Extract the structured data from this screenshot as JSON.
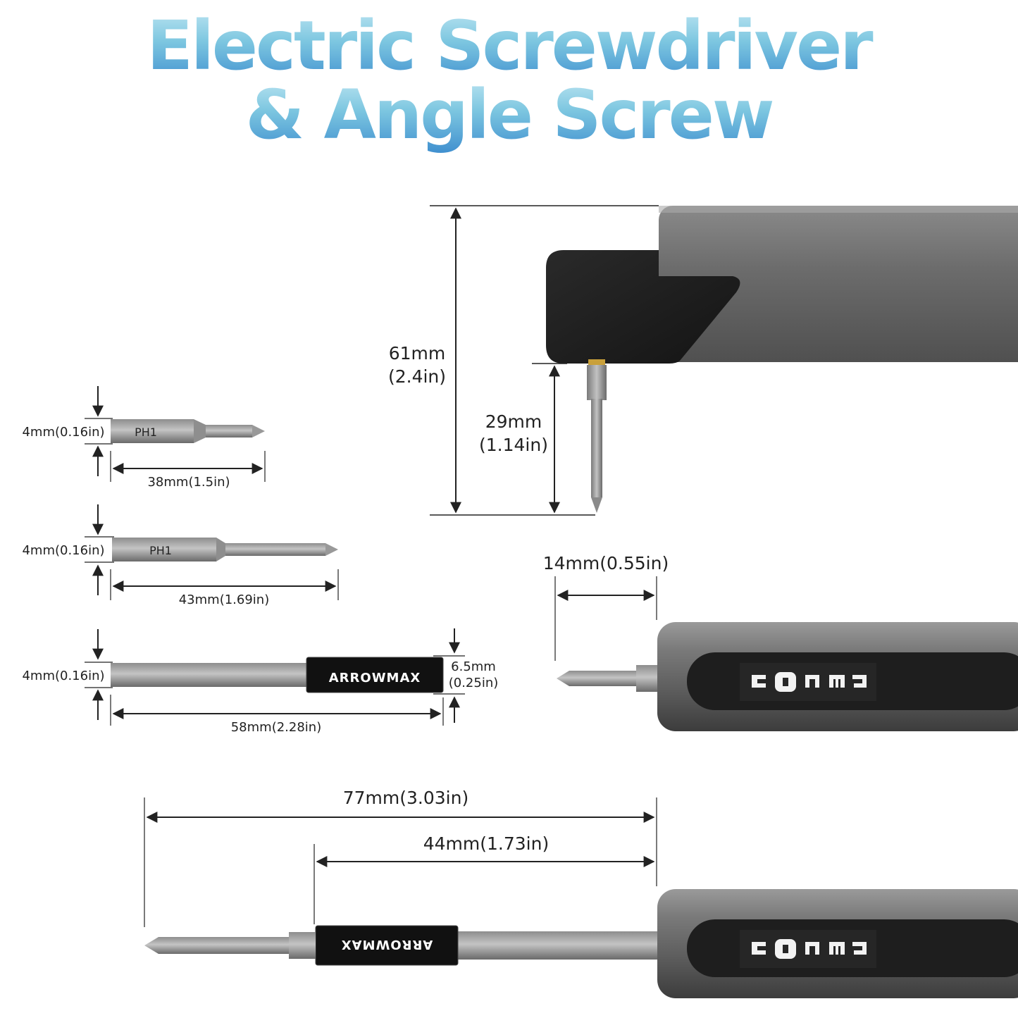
{
  "title": {
    "line1": "Electric Screwdriver",
    "line2": "& Angle Screw"
  },
  "angle_head": {
    "total_height": "61mm",
    "total_height_in": "(2.4in)",
    "bit_height": "29mm",
    "bit_height_in": "(1.14in)"
  },
  "bits": [
    {
      "diameter": "4mm(0.16in)",
      "label": "PH1",
      "length": "38mm(1.5in)"
    },
    {
      "diameter": "4mm(0.16in)",
      "label": "PH1",
      "length": "43mm(1.69in)"
    },
    {
      "diameter": "4mm(0.16in)",
      "brand": "ARROWMAX",
      "outer_diameter": "6.5mm",
      "outer_diameter_in": "(0.25in)",
      "length": "58mm(2.28in)"
    }
  ],
  "short_bit": {
    "length": "14mm(0.55in)"
  },
  "extended": {
    "total_length": "77mm(3.03in)",
    "extension_length": "44mm(1.73in)",
    "brand": "ARROWMAX"
  },
  "colors": {
    "title_top": "#bfe6f2",
    "title_bottom": "#3f8fcf",
    "body_gray": "#6e6e6e",
    "head_black": "#1c1c1c"
  }
}
